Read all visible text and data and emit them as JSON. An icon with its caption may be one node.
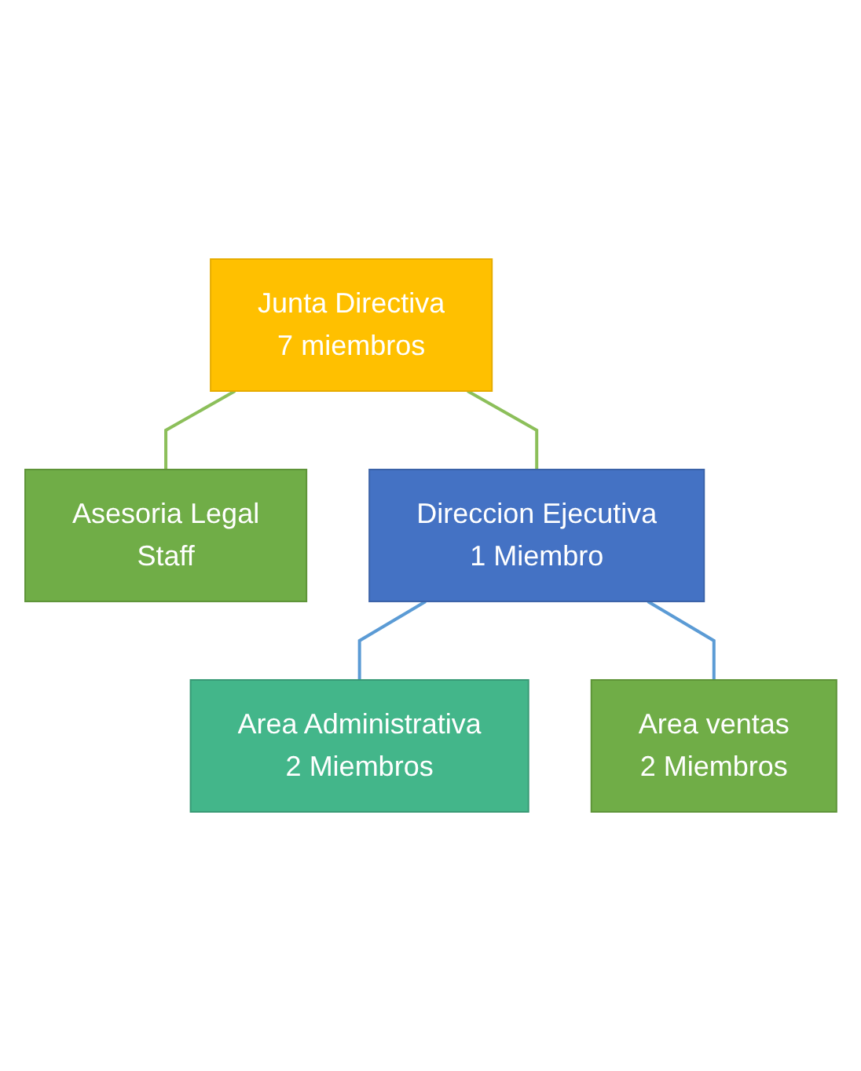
{
  "diagram": {
    "nodes": [
      {
        "text": [
          "Junta Directiva",
          "7 miembros"
        ]
      },
      {
        "text": [
          "Asesoria Legal",
          "Staff"
        ]
      },
      {
        "text": [
          "Direccion Ejecutiva",
          "1 Miembro"
        ]
      },
      {
        "text": [
          "Area Administrativa",
          "2 Miembros"
        ]
      },
      {
        "text": [
          "Area ventas",
          "2 Miembros"
        ]
      }
    ],
    "edges": [
      {
        "from": 0,
        "to": 1,
        "arrow": "none",
        "color": "#8cbf5a"
      },
      {
        "from": 0,
        "to": 2,
        "arrow": "none",
        "color": "#8cbf5a"
      },
      {
        "from": 2,
        "to": 3,
        "arrow": "none",
        "color": "#5b9bd5"
      },
      {
        "from": 2,
        "to": 4,
        "arrow": "none",
        "color": "#5b9bd5"
      }
    ]
  }
}
